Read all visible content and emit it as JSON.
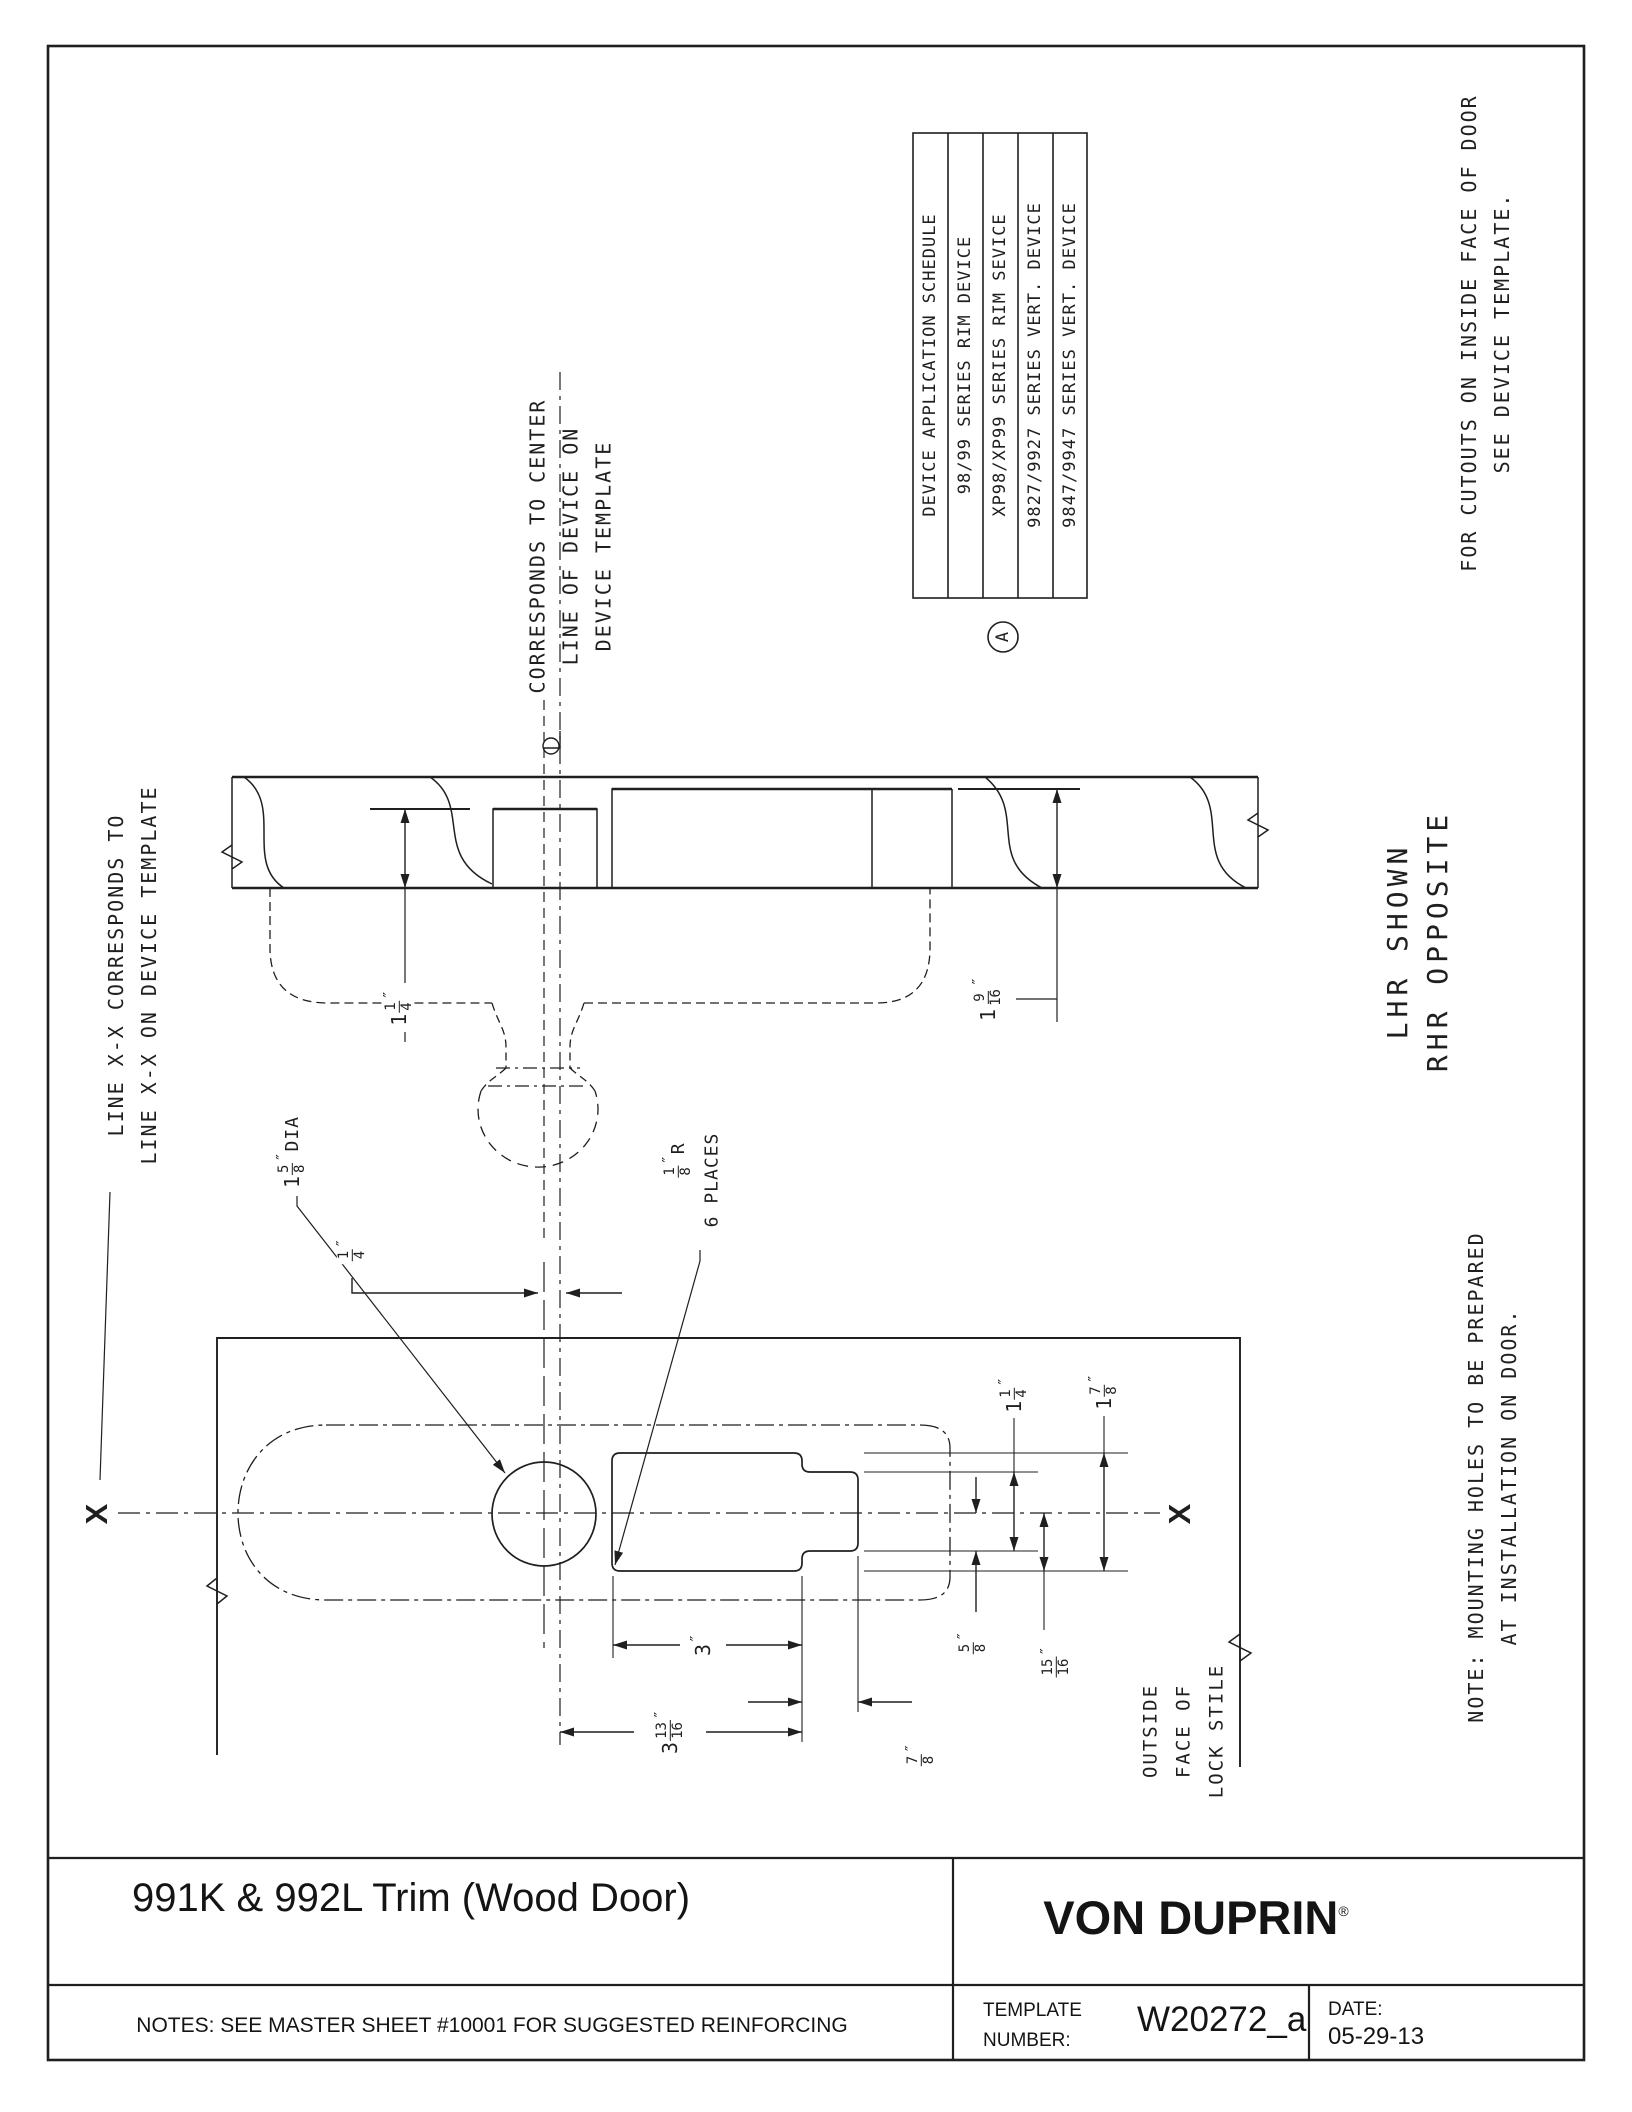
{
  "doc": {
    "sheet_bg": "#ffffff",
    "ink": "#1f1f1f"
  },
  "schedule": {
    "header": "DEVICE APPLICATION SCHEDULE",
    "rows": [
      "98/99 SERIES RIM DEVICE",
      "XP98/XP99 SERIES RIM SEVICE",
      "9827/9927 SERIES VERT. DEVICE",
      "9847/9947 SERIES VERT. DEVICE"
    ],
    "marker": "A"
  },
  "notes": {
    "cutouts": [
      "FOR CUTOUTS ON INSIDE FACE OF DOOR",
      "SEE DEVICE TEMPLATE."
    ],
    "centerline": [
      "CORRESPONDS TO CENTER",
      "LINE OF DEVICE ON",
      "DEVICE TEMPLATE"
    ],
    "line_xx": [
      "LINE X-X CORRESPONDS TO",
      "LINE X-X ON DEVICE TEMPLATE"
    ],
    "handing": [
      "LHR SHOWN",
      "RHR OPPOSITE"
    ],
    "mounting": [
      "NOTE: MOUNTING HOLES TO BE PREPARED",
      "AT INSTALLATION ON DOOR."
    ],
    "stile": [
      "OUTSIDE",
      "FACE OF",
      "LOCK STILE"
    ],
    "x_marker": "X"
  },
  "dims": {
    "door_thickness": {
      "w": "1",
      "n": "1",
      "d": "4",
      "q": "″"
    },
    "notch_depth": {
      "w": "1",
      "n": "9",
      "d": "16",
      "q": "″"
    },
    "cl_offset": {
      "n": "1",
      "d": "4",
      "q": "″"
    },
    "hole_dia": {
      "w": "1",
      "n": "5",
      "d": "8",
      "q": "″",
      "after": "DIA"
    },
    "corner_radius": {
      "n": "1",
      "d": "8",
      "q": "″",
      "after": "R"
    },
    "corner_places": "6 PLACES",
    "cut_narrow_h": {
      "w": "1",
      "n": "1",
      "d": "4",
      "q": "″"
    },
    "cut_wide_h": {
      "w": "1",
      "n": "7",
      "d": "8",
      "q": "″"
    },
    "cl_to_narrow": {
      "n": "5",
      "d": "8",
      "q": "″"
    },
    "cl_to_wide": {
      "n": "15",
      "d": "16",
      "q": "″"
    },
    "cut_length": {
      "w": "3",
      "q": "″"
    },
    "cl_to_step": {
      "w": "3",
      "n": "13",
      "d": "16",
      "q": "″"
    },
    "step_length": {
      "n": "7",
      "d": "8",
      "q": "″"
    }
  },
  "title_block": {
    "title": "991K & 992L Trim (Wood Door)",
    "brand": "VON DUPRIN",
    "registered": "®",
    "notes": "NOTES: SEE MASTER SHEET #10001 FOR SUGGESTED REINFORCING",
    "template_label_1": "TEMPLATE",
    "template_label_2": "NUMBER:",
    "template_number": "W20272_a",
    "date_label": "DATE:",
    "date": "05-29-13"
  }
}
